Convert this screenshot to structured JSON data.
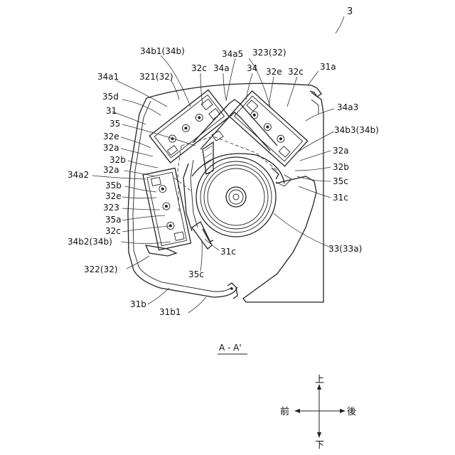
{
  "figure_number": "3",
  "section_label": "A - A'",
  "labels": {
    "l_3": "3",
    "l_34b1": "34b1(34b)",
    "l_34a5": "34a5",
    "l_323_32": "323(32)",
    "l_31a": "31a",
    "l_34a1": "34a1",
    "l_321_32": "321(32)",
    "l_32c_top": "32c",
    "l_34a": "34a",
    "l_34": "34",
    "l_32e_top": "32e",
    "l_32c_top2": "32c",
    "l_35d": "35d",
    "l_31": "31",
    "l_34a3": "34a3",
    "l_35": "35",
    "l_34b3": "34b3(34b)",
    "l_32e_l": "32e",
    "l_32a_l": "32a",
    "l_32a_r": "32a",
    "l_32b_l": "32b",
    "l_32a_l2": "32a",
    "l_32b_r": "32b",
    "l_34a2": "34a2",
    "l_35c_r": "35c",
    "l_35b": "35b",
    "l_31c_r": "31c",
    "l_32e_l2": "32e",
    "l_323": "323",
    "l_35a": "35a",
    "l_32c_l": "32c",
    "l_33": "33(33a)",
    "l_34b2": "34b2(34b)",
    "l_31c_b": "31c",
    "l_322": "322(32)",
    "l_35c_b": "35c",
    "l_31b": "31b",
    "l_31b1": "31b1"
  },
  "compass": {
    "up": "上",
    "down": "下",
    "front": "前",
    "back": "後"
  }
}
